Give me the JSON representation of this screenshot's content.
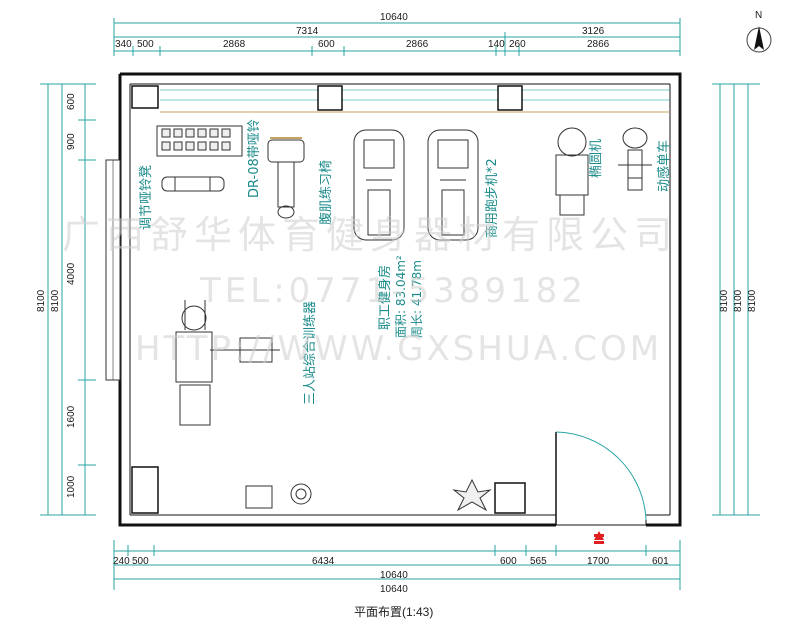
{
  "north": {
    "label": "N"
  },
  "dims_top": {
    "overall": "10640",
    "left_group": "7314",
    "right_group": "3126",
    "segments": [
      "340",
      "500",
      "2868",
      "600",
      "2866",
      "140",
      "260",
      "2866"
    ]
  },
  "dims_bottom": {
    "segments": [
      "240",
      "500",
      "6434",
      "600",
      "565",
      "1700",
      "601"
    ],
    "overall_1": "10640",
    "overall_2": "10640"
  },
  "dims_left": {
    "segments": [
      "600",
      "900",
      "4000",
      "1600",
      "1000"
    ],
    "overall_1": "8100",
    "overall_2": "8100"
  },
  "dims_right": {
    "overall": [
      "8100",
      "8100",
      "8100"
    ]
  },
  "equipment": {
    "dumbbell_bench": "调节哑铃凳",
    "dumbbell_rack": "DR-08带哑铃",
    "ab_chair": "腹肌练习椅",
    "treadmill": "商用跑步机*2",
    "elliptical": "椭圆机",
    "bike": "动感单车",
    "multi_station": "三人站综合训练器"
  },
  "room": {
    "name": "职工健身房",
    "area": "面积: 83.04m²",
    "perimeter": "周长: 41.78m"
  },
  "watermark": {
    "company": "广西舒华体育健身器材有限公司",
    "tel": "TEL:0771-5389182",
    "url": "HTTP://WWW.GXSHUA.COM"
  },
  "caption": "平面布置(1:43)",
  "colors": {
    "annotation": "#1a8a8a",
    "wall": "#111111",
    "entrance_marker": "#e02020"
  }
}
